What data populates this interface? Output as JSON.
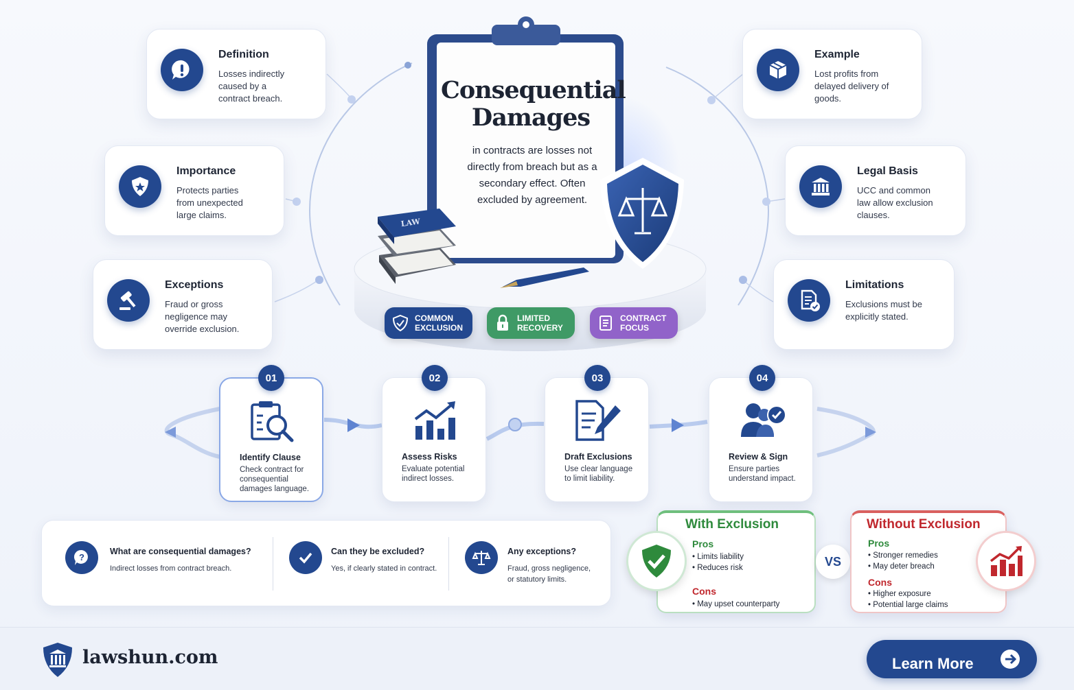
{
  "header": {
    "title_line1": "Consequential",
    "title_line2": "Damages",
    "description": "in contracts are losses not directly from breach but as a secondary effect. Often excluded by agreement.",
    "book_label": "LAW"
  },
  "cards": [
    {
      "title": "Definition",
      "text": "Losses indirectly caused by a contract breach.",
      "icon": "info-bubble-icon"
    },
    {
      "title": "Importance",
      "text": "Protects parties from unexpected large claims.",
      "icon": "shield-star-icon"
    },
    {
      "title": "Exceptions",
      "text": "Fraud or gross negligence may override exclusion.",
      "icon": "gavel-icon"
    },
    {
      "title": "Example",
      "text": "Lost profits from delayed delivery of goods.",
      "icon": "package-icon"
    },
    {
      "title": "Legal Basis",
      "text": "UCC and common law allow exclusion clauses.",
      "icon": "courthouse-icon"
    },
    {
      "title": "Limitations",
      "text": "Exclusions must be explicitly stated.",
      "icon": "document-check-icon"
    }
  ],
  "badges": [
    {
      "line1": "COMMON",
      "line2": "EXCLUSION",
      "color": "#23488f"
    },
    {
      "line1": "LIMITED",
      "line2": "RECOVERY",
      "color": "#3f9a66"
    },
    {
      "line1": "CONTRACT",
      "line2": "FOCUS",
      "color": "#9163c9"
    }
  ],
  "steps": [
    {
      "number": "01",
      "title": "Identify Clause",
      "text": "Check contract for consequential damages language."
    },
    {
      "number": "02",
      "title": "Assess Risks",
      "text": "Evaluate potential indirect losses."
    },
    {
      "number": "03",
      "title": "Draft Exclusions",
      "text": "Use clear language to limit liability."
    },
    {
      "number": "04",
      "title": "Review & Sign",
      "text": "Ensure parties understand impact."
    }
  ],
  "faq": [
    {
      "question": "What are consequential damages?",
      "answer": "Indirect losses from contract breach."
    },
    {
      "question": "Can they be excluded?",
      "answer": "Yes, if clearly stated in contract."
    },
    {
      "question": "Any exceptions?",
      "answer_line1": "Fraud, gross negligence,",
      "answer_line2": "or statutory limits."
    }
  ],
  "comparison": {
    "with": {
      "title": "With Exclusion",
      "pros_label": "Pros",
      "pros": [
        "• Limits liability",
        "• Reduces risk"
      ],
      "cons_label": "Cons",
      "cons": [
        "• May upset counterparty"
      ],
      "color": "#2e8a3c"
    },
    "vs": "VS",
    "without": {
      "title": "Without Exclusion",
      "pros_label": "Pros",
      "pros": [
        "• Stronger remedies",
        "• May deter breach"
      ],
      "cons_label": "Cons",
      "cons": [
        "• Higher exposure",
        "• Potential large claims"
      ],
      "color": "#c0272d"
    }
  },
  "footer": {
    "brand": "lawshun.com",
    "cta": "Learn More"
  },
  "colors": {
    "primary": "#23488f",
    "green": "#2e8a3c",
    "red": "#c0272d"
  }
}
